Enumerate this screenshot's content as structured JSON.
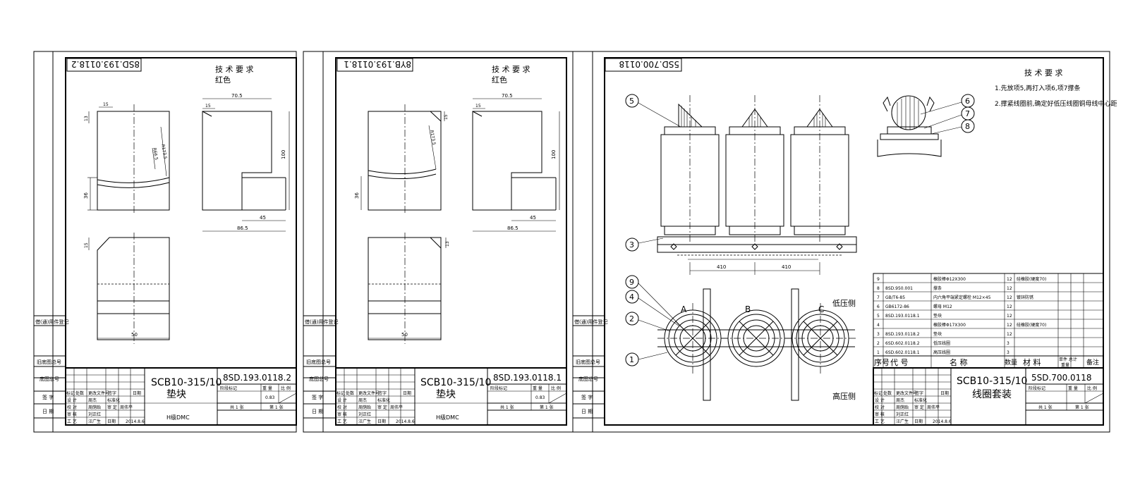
{
  "sheet1": {
    "rotated_code": "8SD.193.0118.2",
    "tech_title": "技 术 要 求",
    "tech_note": "红色",
    "dims": {
      "top_width": "70.5",
      "small_a": "15",
      "small_b": "15",
      "height": "100",
      "radius_big": "R173.5",
      "radius_small": "R66.5",
      "left_h": "13",
      "left_h2": "36",
      "right_step": "45",
      "right_total": "86.5",
      "bottom_dim": "50",
      "bottom_h": "15"
    },
    "title": {
      "product": "SCB10-315/10",
      "name": "垫块",
      "drawing_no": "8SD.193.0118.2",
      "material": "H级DMC",
      "weight": "0.83"
    }
  },
  "sheet2": {
    "rotated_code": "8YB.193.0118.1",
    "tech_title": "技 术 要 求",
    "tech_note": "红色",
    "dims": {
      "top_width": "70.5",
      "small_a": "15",
      "small_b": "15",
      "height": "100",
      "radius_big": "R173.5",
      "left_h2": "36",
      "right_step": "45",
      "right_total": "86.5",
      "bottom_dim": "50",
      "bottom_h": "13"
    },
    "title": {
      "product": "SCB10-315/10",
      "name": "垫块",
      "drawing_no": "8SD.193.0118.1",
      "material": "H级DMC",
      "weight": "0.83"
    }
  },
  "sheet3": {
    "rotated_code": "5SD.700.0118",
    "tech_title": "技 术 要 求",
    "tech_lines": [
      "1.先放项5,再打入项6,项7撑条",
      "2.撑紧线圈前,确定好低压线圈铜母线中心距"
    ],
    "callouts": [
      "5",
      "3",
      "9",
      "4",
      "2",
      "1",
      "6",
      "7",
      "8"
    ],
    "dims": {
      "d1": "410",
      "d2": "410"
    },
    "phases": [
      "A",
      "B",
      "C"
    ],
    "side_low": "低压侧",
    "side_high": "高压侧",
    "bom_rows": [
      {
        "no": "9",
        "code": "",
        "name": "橡胶棒Φ12X300",
        "qty": "12",
        "material": "硅橡胶(硬度70)"
      },
      {
        "no": "8",
        "code": "8SD.950.001",
        "name": "撑条",
        "qty": "12",
        "material": ""
      },
      {
        "no": "7",
        "code": "GB/T6-85",
        "name": "内六角平端紧定螺栓 M12×45",
        "qty": "12",
        "material": "镀锌防锈"
      },
      {
        "no": "6",
        "code": "GB6172-86",
        "name": "螺母 M12",
        "qty": "12",
        "material": ""
      },
      {
        "no": "5",
        "code": "8SD.193.0118.1",
        "name": "垫块",
        "qty": "12",
        "material": ""
      },
      {
        "no": "4",
        "code": "",
        "name": "橡胶棒Φ17X300",
        "qty": "12",
        "material": "硅橡胶(硬度70)"
      },
      {
        "no": "3",
        "code": "8SD.193.0118.2",
        "name": "垫块",
        "qty": "12",
        "material": ""
      },
      {
        "no": "2",
        "code": "6SD.602.0118.2",
        "name": "低压线圈",
        "qty": "3",
        "material": ""
      },
      {
        "no": "1",
        "code": "6SD.602.0118.1",
        "name": "高压线圈",
        "qty": "3",
        "material": ""
      }
    ],
    "bom_header": {
      "no": "序号",
      "code": "代    号",
      "name": "名    称",
      "qty": "数量",
      "material": "材    料",
      "single_total": "单件 总计",
      "weight": "重量",
      "remark": "备注"
    },
    "title": {
      "product": "SCB10-315/10",
      "name": "线圈套装",
      "drawing_no": "5SD.700.0118"
    }
  },
  "titleblock_labels": {
    "marks": "标记",
    "count": "处数",
    "change_doc": "更改文件号",
    "signature": "签字",
    "date": "日期",
    "design": "设 计",
    "check": "校 对",
    "review": "审 核",
    "process": "工 艺",
    "standardize": "标准化",
    "approve": "审 定",
    "stage_mark": "阶段标记",
    "weight": "重 量",
    "scale": "比 例",
    "sheet_total": "共 1 张",
    "sheet_no": "第 1 张",
    "person_design": "周杰",
    "person_check": "周荫跆",
    "person_review": "刘正红",
    "person_process": "汪广生",
    "person_std": "周伟平",
    "date_val": "2014.8.6"
  },
  "margin_labels": {
    "borrow": "借(通)用件登记",
    "old_base": "旧底图总号",
    "base_no": "底图总号",
    "sign": "签  字",
    "date": "日  期"
  }
}
